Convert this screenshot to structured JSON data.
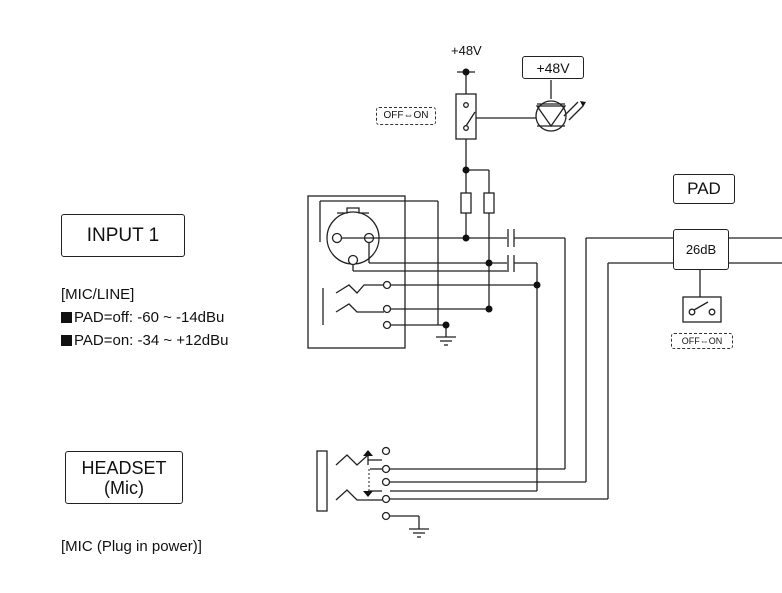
{
  "input1": {
    "title": "INPUT 1",
    "spec_header": "[MIC/LINE]",
    "spec_pad_off": "PAD=off: -60 ~ -14dBu",
    "spec_pad_on": "PAD=on: -34 ~ +12dBu"
  },
  "headset": {
    "title_line1": "HEADSET",
    "title_line2": "(Mic)",
    "spec": "[MIC (Plug in power)]"
  },
  "phantom": {
    "voltage_label": "+48V",
    "indicator_label": "+48V",
    "switch_label": "OFF⇔ON"
  },
  "pad": {
    "title": "PAD",
    "attenuation": "26dB",
    "switch_label": "OFF⇔ON"
  }
}
